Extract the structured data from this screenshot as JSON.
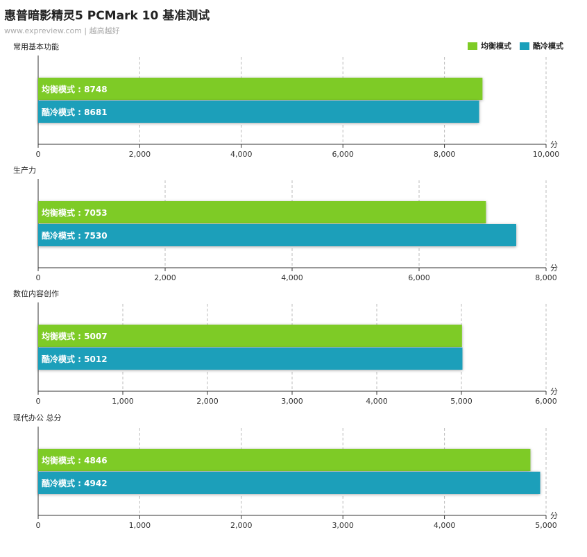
{
  "header": {
    "title": "惠普暗影精灵5 PCMark 10 基准测试",
    "subtitle": "www.expreview.com | 越高越好"
  },
  "legend": [
    {
      "label": "均衡模式",
      "color": "#7ECB25"
    },
    {
      "label": "酷冷模式",
      "color": "#1A9FBA"
    }
  ],
  "unit": "分",
  "chart_data": [
    {
      "type": "bar",
      "title": "常用基本功能",
      "series": [
        {
          "name": "均衡模式",
          "values": [
            8748
          ]
        },
        {
          "name": "酷冷模式",
          "values": [
            8681
          ]
        }
      ],
      "xlim": [
        0,
        10000
      ],
      "ticks": [
        "0",
        "2,000",
        "4,000",
        "6,000",
        "8,000",
        "10,000"
      ]
    },
    {
      "type": "bar",
      "title": "生产力",
      "series": [
        {
          "name": "均衡模式",
          "values": [
            7053
          ]
        },
        {
          "name": "酷冷模式",
          "values": [
            7530
          ]
        }
      ],
      "xlim": [
        0,
        8000
      ],
      "ticks": [
        "0",
        "2,000",
        "4,000",
        "6,000",
        "8,000"
      ]
    },
    {
      "type": "bar",
      "title": "数位内容创作",
      "series": [
        {
          "name": "均衡模式",
          "values": [
            5007
          ]
        },
        {
          "name": "酷冷模式",
          "values": [
            5012
          ]
        }
      ],
      "xlim": [
        0,
        6000
      ],
      "ticks": [
        "0",
        "1,000",
        "2,000",
        "3,000",
        "4,000",
        "5,000",
        "6,000"
      ]
    },
    {
      "type": "bar",
      "title": "现代办公 总分",
      "series": [
        {
          "name": "均衡模式",
          "values": [
            4846
          ]
        },
        {
          "name": "酷冷模式",
          "values": [
            4942
          ]
        }
      ],
      "xlim": [
        0,
        5000
      ],
      "ticks": [
        "0",
        "1,000",
        "2,000",
        "3,000",
        "4,000",
        "5,000"
      ]
    }
  ]
}
